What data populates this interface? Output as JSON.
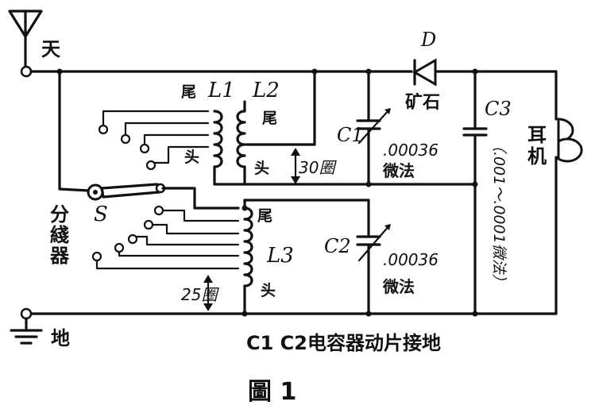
{
  "labels": {
    "antenna": "天",
    "ground": "地",
    "switch_letter": "S",
    "switch_name_1": "分",
    "switch_name_2": "綫",
    "switch_name_3": "器",
    "l1": "L1",
    "l2": "L2",
    "l3": "L3",
    "l1_tail": "尾",
    "l1_head": "头",
    "l2_tail": "尾",
    "l2_head": "头",
    "l3_tail": "尾",
    "l3_head": "头",
    "turns_l2": "30圈",
    "turns_l3": "25圈",
    "c1": "C1",
    "c2": "C2",
    "c3": "C3",
    "c1_value": ".00036",
    "c1_unit": "微法",
    "c2_value": ".00036",
    "c2_unit": "微法",
    "c3_spec": "（.001～.0001微法）",
    "diode": "D",
    "diode_name": "矿石",
    "earphone": "耳机",
    "note": "C1 C2电容器动片接地",
    "figure_caption": "圖 1"
  }
}
